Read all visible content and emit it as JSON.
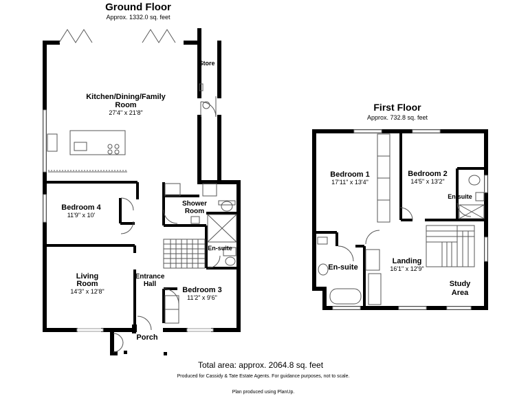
{
  "ground_floor": {
    "title": "Ground Floor",
    "area": "Approx. 1332.0 sq. feet",
    "rooms": {
      "kitchen_name_1": "Kitchen/Dining/Family",
      "kitchen_name_2": "Room",
      "kitchen_dims": "27'4\" x 21'8\"",
      "store": "Store",
      "bedroom4_name": "Bedroom 4",
      "bedroom4_dims": "11'9\" x 10'",
      "shower_1": "Shower",
      "shower_2": "Room",
      "ensuite": "En-suite",
      "living_1": "Living",
      "living_2": "Room",
      "living_dims": "14'3\" x 12'8\"",
      "hall_1": "Entrance",
      "hall_2": "Hall",
      "bedroom3_name": "Bedroom 3",
      "bedroom3_dims": "11'2\" x 9'6\"",
      "porch": "Porch"
    }
  },
  "first_floor": {
    "title": "First Floor",
    "area": "Approx. 732.8 sq. feet",
    "rooms": {
      "bedroom1_name": "Bedroom 1",
      "bedroom1_dims": "17'11\" x 13'4\"",
      "bedroom2_name": "Bedroom 2",
      "bedroom2_dims": "14'5\" x 13'2\"",
      "ensuite_small": "En-suite",
      "ensuite_big": "En-suite",
      "landing_name": "Landing",
      "landing_dims": "16'1\" x 12'9\"",
      "study_1": "Study",
      "study_2": "Area"
    }
  },
  "footer": {
    "total_area": "Total area: approx. 2064.8 sq. feet",
    "produced_for": "Produced for Cassidy & Tate Estate Agents. For guidance purposes, not to scale.",
    "plan_produced": "Plan produced using PlanUp."
  },
  "colors": {
    "wall": "#000000",
    "line": "#666666",
    "window": "#bbbbbb"
  }
}
